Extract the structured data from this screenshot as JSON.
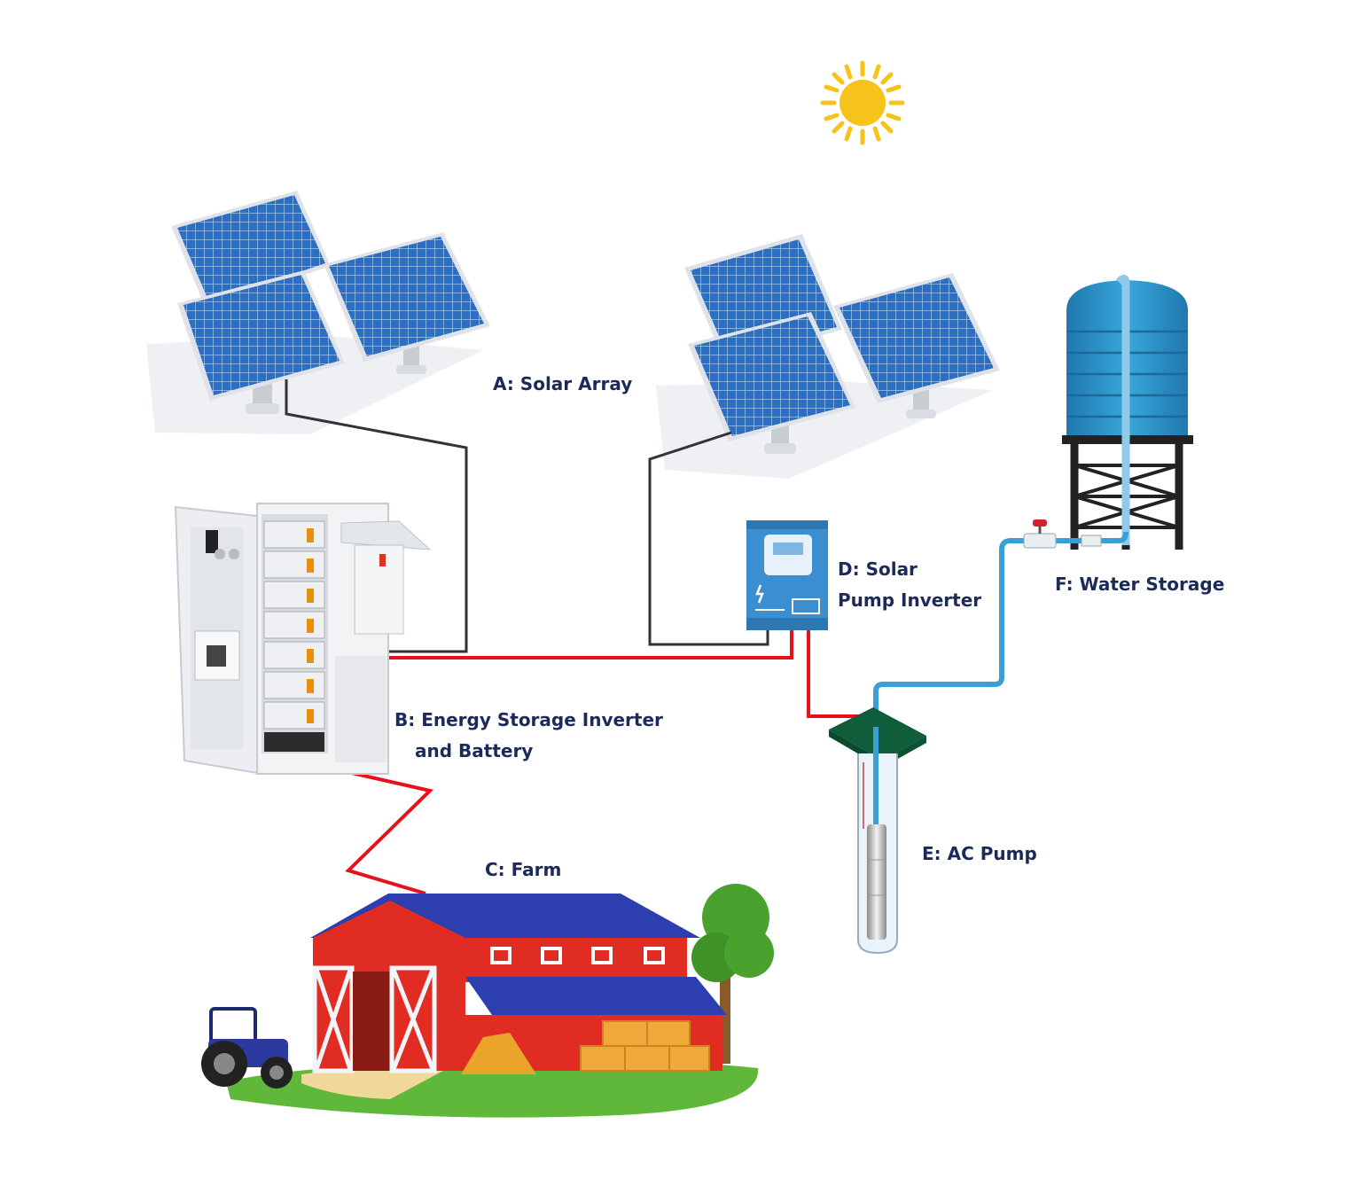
{
  "labels": {
    "a": "A: Solar Array",
    "b_line1": "B: Energy Storage Inverter",
    "b_line2": "and Battery",
    "c": "C: Farm",
    "d_line1": "D: Solar",
    "d_line2": "Pump Inverter",
    "e": "E: AC Pump",
    "f": "F: Water Storage"
  },
  "colors": {
    "power_cable": "#e8101a",
    "dc_cable": "#333333",
    "water_pipe": "#3a9fd6",
    "panel_blue": "#2a6fc4",
    "sun": "#f7c21a",
    "barn_red": "#e02c22",
    "barn_roof": "#2d3fae",
    "tank_blue": "#2a8fc4",
    "label_text": "#1c2a5a"
  },
  "icons": [
    "sun-icon",
    "solar-panel-icon",
    "battery-cabinet-icon",
    "inverter-icon",
    "pump-icon",
    "water-tower-icon",
    "barn-icon",
    "tractor-icon",
    "tree-icon"
  ]
}
